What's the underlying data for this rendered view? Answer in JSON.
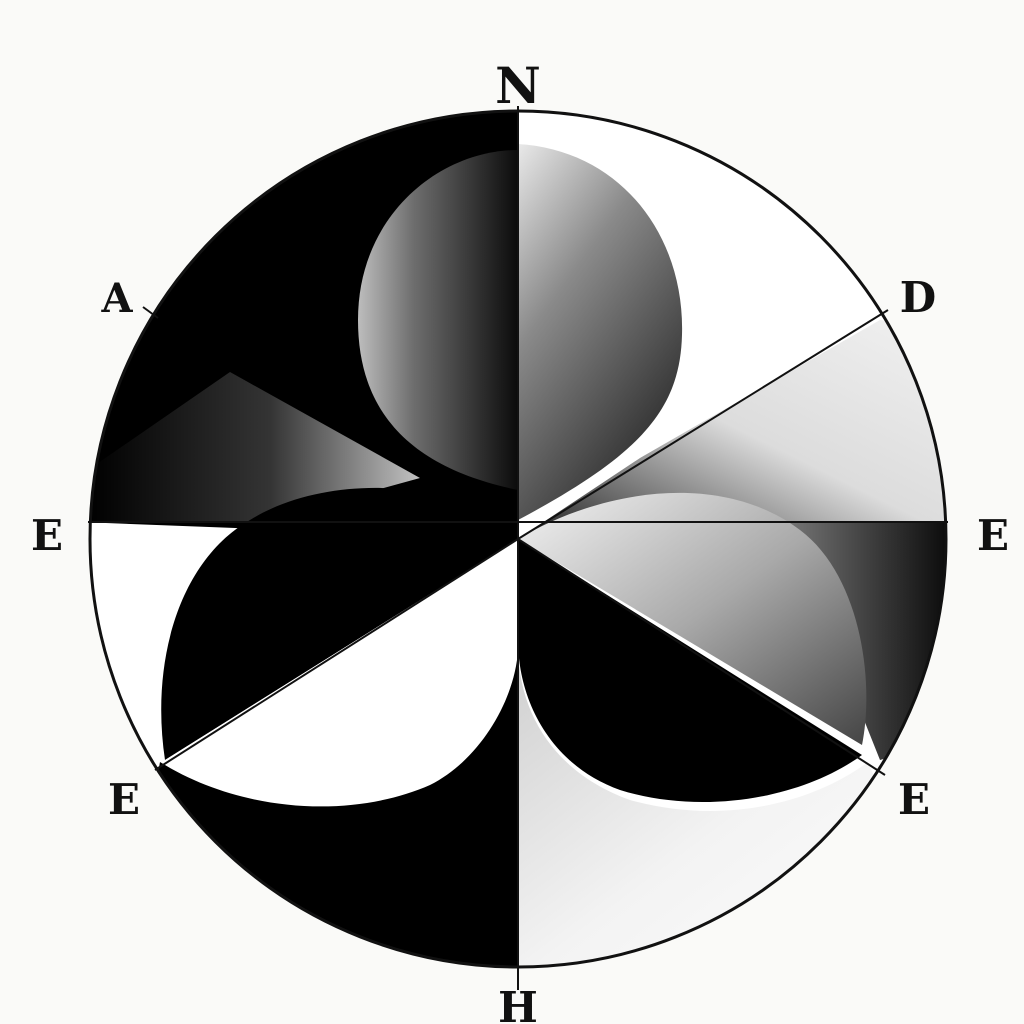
{
  "diagram": {
    "labels": {
      "top": "N",
      "upper_left": "A",
      "upper_right": "D",
      "left": "E",
      "right": "E",
      "lower_left": "E",
      "lower_right": "E",
      "bottom": "H"
    },
    "colors": {
      "background": "#fafaf8",
      "ink": "#000000",
      "light": "#ffffff"
    }
  }
}
